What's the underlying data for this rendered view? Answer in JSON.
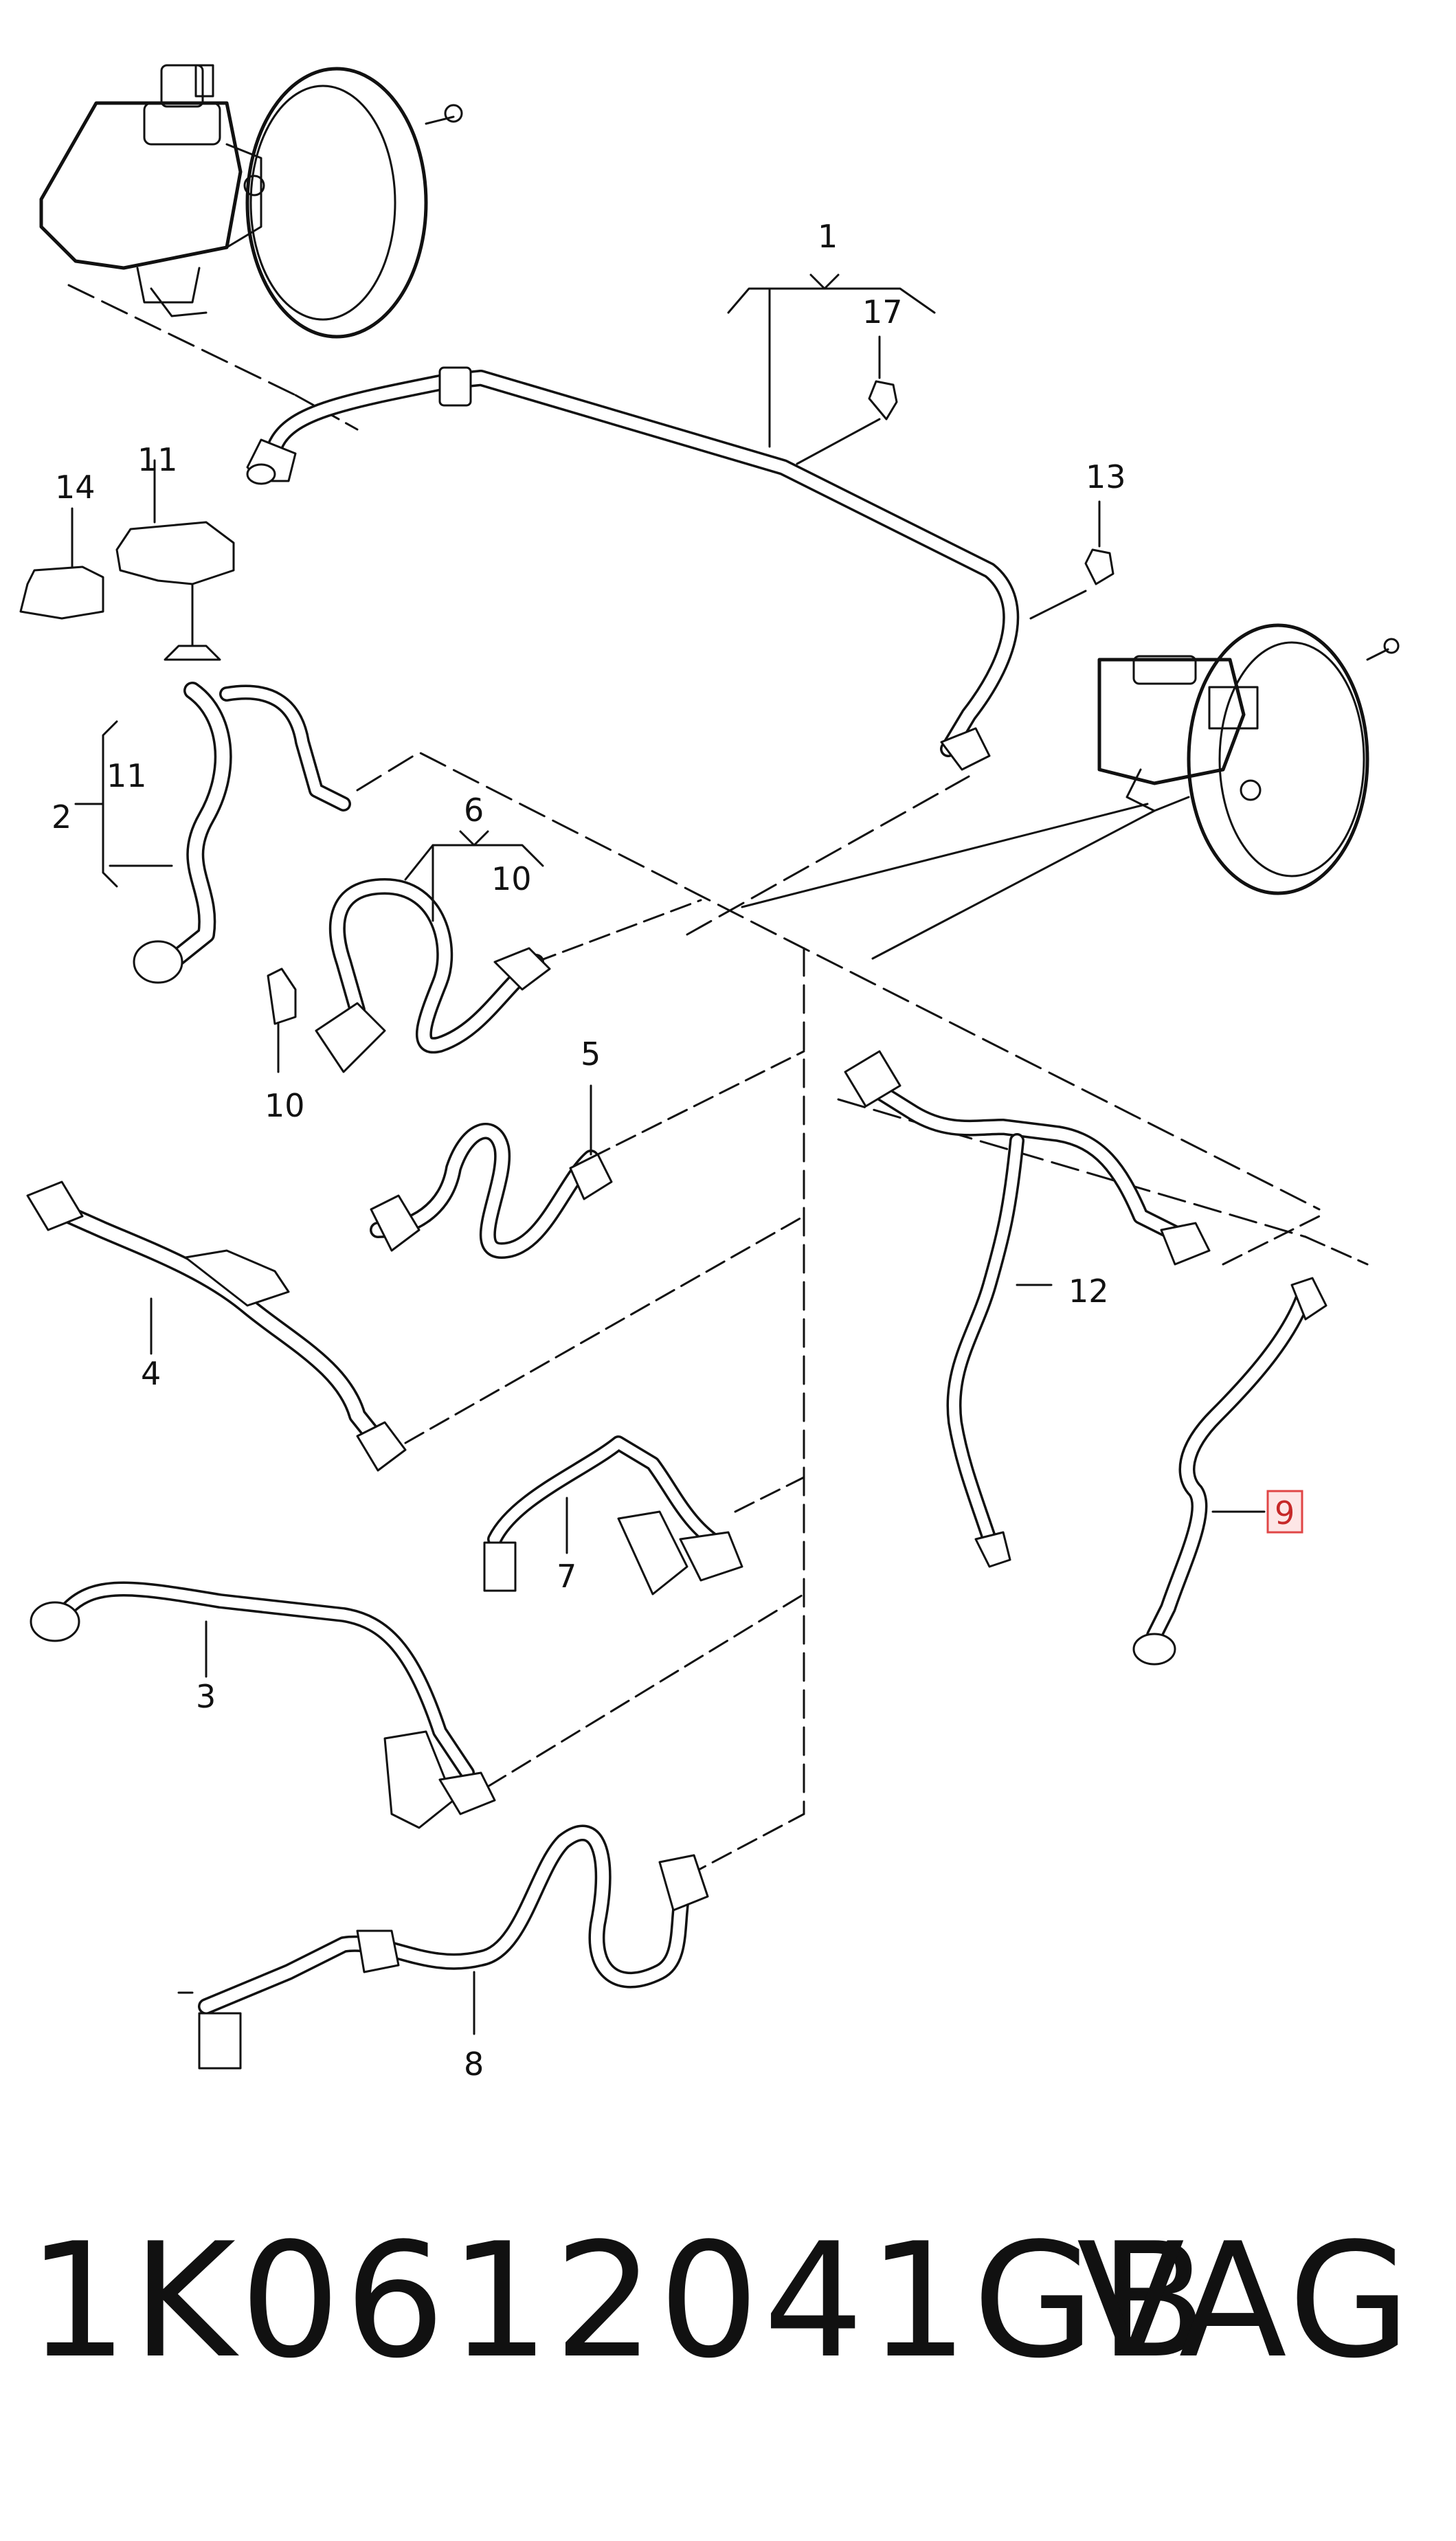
{
  "callouts": {
    "c1": "1",
    "c2": "2",
    "c3": "3",
    "c4": "4",
    "c5": "5",
    "c6": "6",
    "c7": "7",
    "c8": "8",
    "c9": "9",
    "c10a": "10",
    "c10b": "10",
    "c11a": "11",
    "c11b": "11",
    "c12": "12",
    "c13": "13",
    "c14": "14",
    "c17": "17"
  },
  "highlighted_callout": "9",
  "footer": {
    "part_number": "1K0612041GB",
    "brand": "VAG"
  },
  "colors": {
    "line": "#111111",
    "highlight_border": "#e04646",
    "highlight_fill": "#fde6e6"
  }
}
